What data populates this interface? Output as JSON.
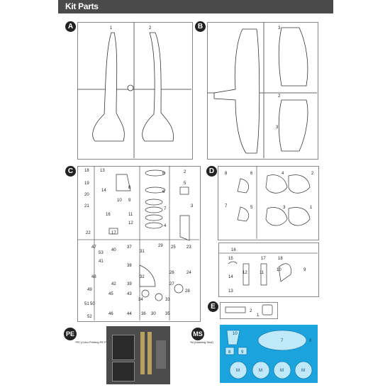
{
  "header": {
    "title": "Kit Parts"
  },
  "sections": {
    "a": {
      "badge": "A",
      "labels": [
        "1",
        "2"
      ]
    },
    "b": {
      "badge": "B",
      "labels": [
        "3",
        "2",
        "3"
      ]
    },
    "c": {
      "badge": "C",
      "labels": [
        "18",
        "13",
        "8",
        "19",
        "14",
        "6",
        "20",
        "6",
        "2",
        "21",
        "10",
        "9",
        "5",
        "7",
        "3",
        "16",
        "11",
        "12",
        "4",
        "22",
        "17",
        "47",
        "40",
        "37",
        "31",
        "29",
        "25",
        "23",
        "53",
        "41",
        "38",
        "26",
        "24",
        "48",
        "42",
        "39",
        "32",
        "27",
        "28",
        "49",
        "45",
        "43",
        "51",
        "50",
        "34",
        "52",
        "46",
        "44",
        "36",
        "33",
        "35",
        "30"
      ]
    },
    "d": {
      "badge": "D",
      "labels": [
        "8",
        "6",
        "4",
        "2",
        "7",
        "5",
        "3",
        "1"
      ]
    },
    "parts_mid": {
      "labels": [
        "16",
        "15",
        "17",
        "18",
        "14",
        "12",
        "11",
        "10",
        "9",
        "13"
      ]
    },
    "e": {
      "badge": "E",
      "labels": [
        "2",
        "1"
      ]
    },
    "pe": {
      "badge": "PE",
      "caption": "*PE (Color Printing PE Part)"
    },
    "ms": {
      "badge": "MS",
      "caption": "*M (Masking Seal)",
      "labels": [
        "10",
        "7",
        "8",
        "9",
        "8",
        "M",
        "M",
        "M",
        "M"
      ]
    },
    "colors": {
      "header": "#4a4a4a",
      "mask_sheet": "#1aa3dc",
      "pe_sheet": "#4b4b4b"
    }
  }
}
